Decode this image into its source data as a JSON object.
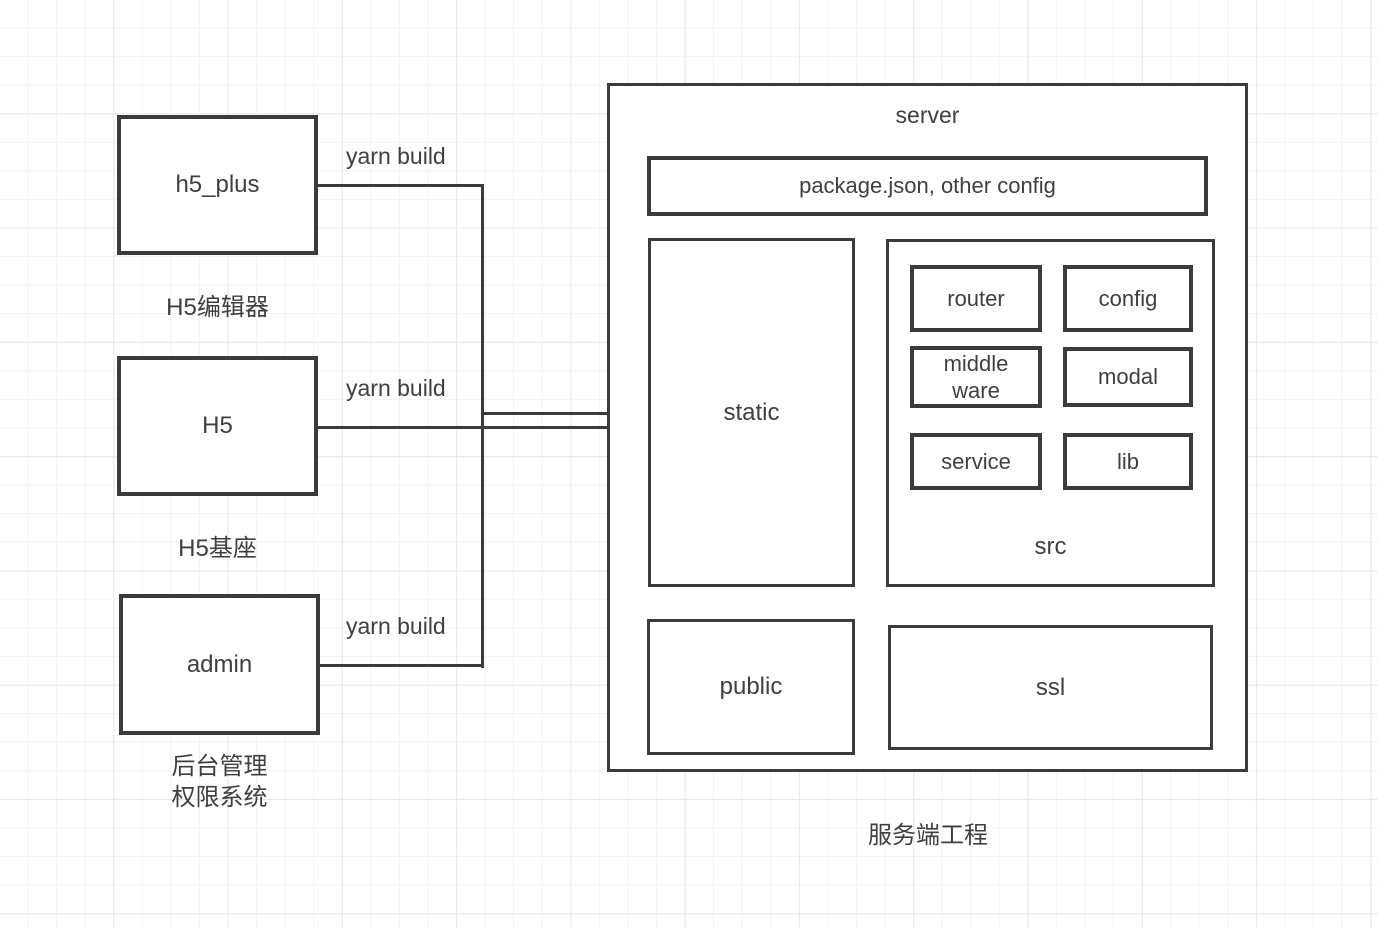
{
  "diagram": {
    "colors": {
      "stroke": "#3b3b3b",
      "text": "#3f3f3f"
    },
    "clients": [
      {
        "label": "h5_plus",
        "caption": "H5编辑器",
        "edge_label": "yarn build"
      },
      {
        "label": "H5",
        "caption": "H5基座",
        "edge_label": "yarn build"
      },
      {
        "label": "admin",
        "caption_lines": [
          "后台管理",
          "权限系统"
        ],
        "edge_label": "yarn build"
      }
    ],
    "server": {
      "title": "server",
      "caption": "服务端工程",
      "config_box_label": "package.json, other config",
      "static_label": "static",
      "public_label": "public",
      "ssl_label": "ssl",
      "src_label": "src",
      "src_children": [
        {
          "label": "router"
        },
        {
          "label": "config"
        },
        {
          "label": "middle\nware"
        },
        {
          "label": "modal"
        },
        {
          "label": "service"
        },
        {
          "label": "lib"
        }
      ]
    }
  }
}
